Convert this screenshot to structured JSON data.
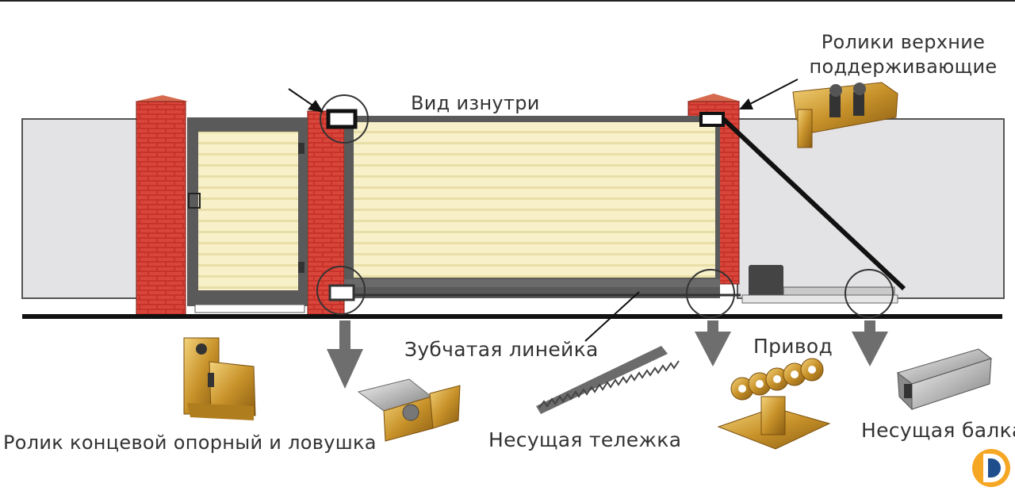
{
  "labels": {
    "top_rollers_line1": "Ролики верхние",
    "top_rollers_line2": "поддерживающие",
    "inside_view": "Вид изнутри",
    "gear_rack": "Зубчатая линейка",
    "drive": "Привод",
    "end_roller_catcher": "Ролик концевой опорный и ловушка",
    "carriage": "Несущая тележка",
    "beam": "Несущая балка"
  },
  "colors": {
    "brick": "#c8322a",
    "brick_light": "#e05c4e",
    "fence": "#e3e3e5",
    "panel": "#f6efc6",
    "frame": "#5a5a5a",
    "metal_gold": "#d9a93a",
    "arrow": "#6e6e6e",
    "logo_orange": "#f5a623",
    "logo_blue": "#1f4e8c"
  },
  "icons": {
    "logo": "brand-logo-icon"
  }
}
